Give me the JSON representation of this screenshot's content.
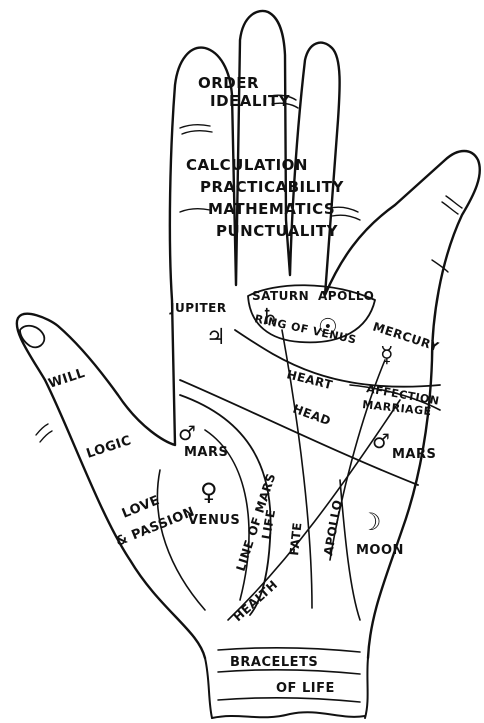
{
  "fingers": {
    "index_top": "ORDER",
    "index_bottom": "IDEALITY",
    "middle_1": "CALCULATION",
    "middle_2": "PRACTICABILITY",
    "middle_3": "MATHEMATICS",
    "middle_4": "PUNCTUALITY"
  },
  "mounts": {
    "jupiter": "JUPITER",
    "saturn": "SATURN",
    "apollo": "APOLLO",
    "mercury": "MERCURY",
    "mars_upper": "MARS",
    "mars_lower": "MARS",
    "venus": "VENUS",
    "moon": "MOON"
  },
  "thumb": {
    "will": "WILL",
    "logic": "LOGIC",
    "love_1": "LOVE",
    "love_2": "& PASSION"
  },
  "lines": {
    "ring_of_venus": "RING OF VENUS",
    "heart": "HEART",
    "head": "HEAD",
    "affection": "AFFECTION",
    "marriage": "MARRIAGE",
    "line_of_mars": "LINE OF MARS",
    "life": "LIFE",
    "fate": "FATE",
    "apollo": "APOLLO",
    "health": "HEALTH"
  },
  "wrist": {
    "bracelets": "BRACELETS",
    "of_life": "OF LIFE"
  },
  "symbols": {
    "jupiter": "♃",
    "saturn": "♄",
    "apollo": "☉",
    "mercury": "☿",
    "mars_upper": "♂",
    "mars_lower": "♂",
    "venus": "♀",
    "moon": "☽"
  }
}
